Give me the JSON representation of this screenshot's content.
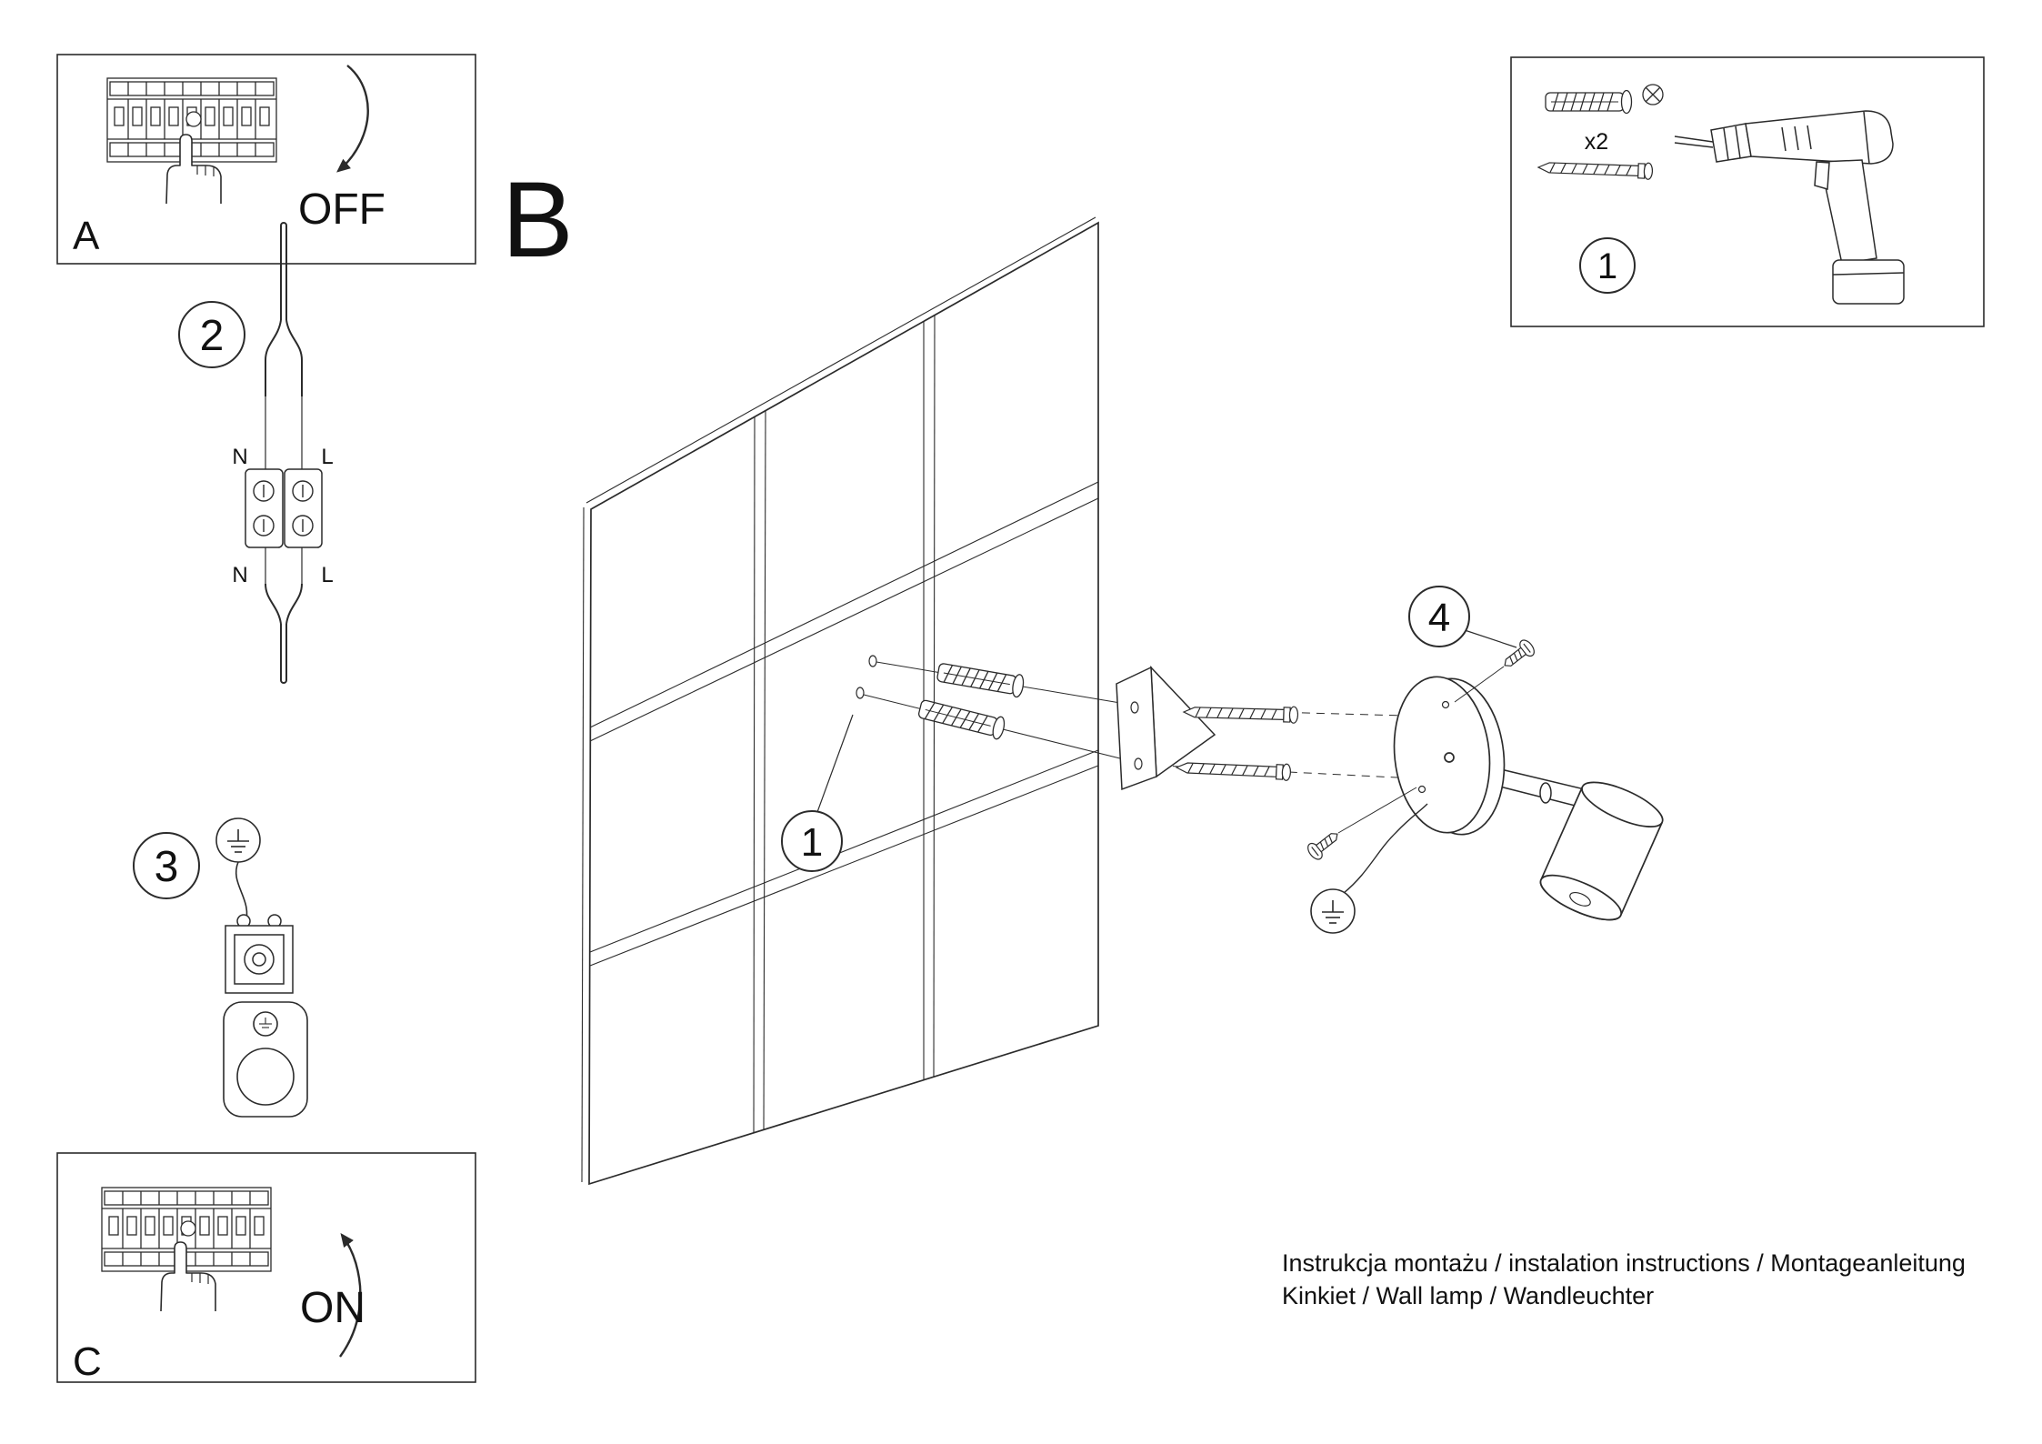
{
  "colors": {
    "line": "#2b2b2b",
    "background": "#ffffff"
  },
  "panel_a": {
    "letter": "A",
    "switch_label": "OFF"
  },
  "panel_c": {
    "letter": "C",
    "switch_label": "ON"
  },
  "section_b": {
    "letter": "B"
  },
  "steps": {
    "s1": "1",
    "s2": "2",
    "s3": "3",
    "s4": "4"
  },
  "wiring": {
    "top_left": "N",
    "top_right": "L",
    "bottom_left": "N",
    "bottom_right": "L"
  },
  "parts_box": {
    "anchor_count": "x2"
  },
  "footer": {
    "line1": "Instrukcja montażu / instalation instructions / Montageanleitung",
    "line2": "Kinkiet / Wall lamp / Wandleuchter"
  }
}
